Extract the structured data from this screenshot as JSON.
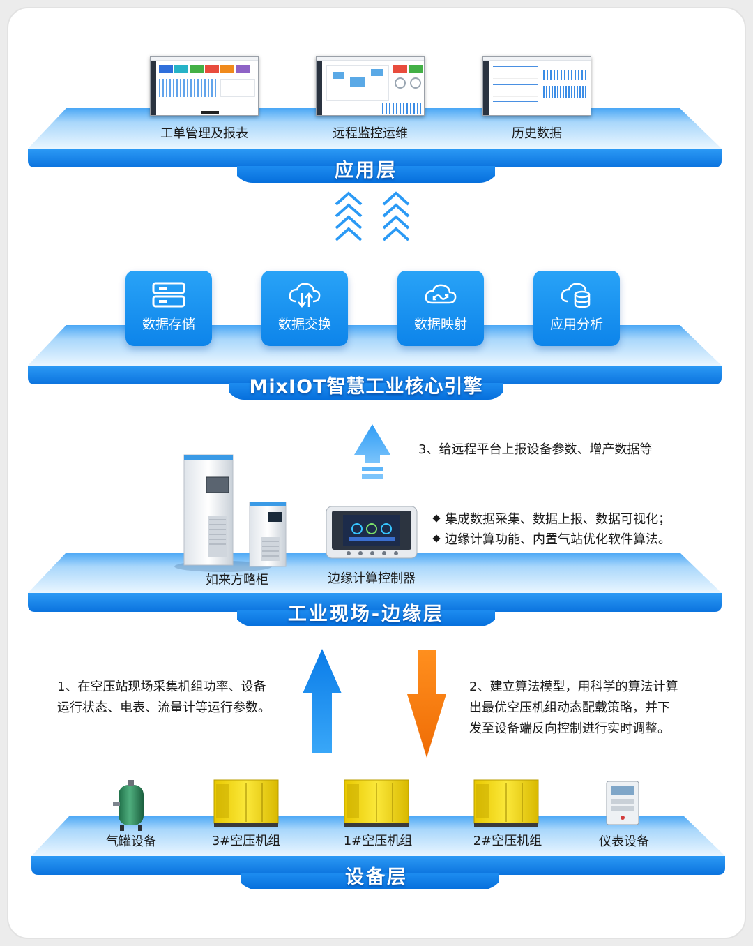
{
  "layers": {
    "application": {
      "title": "应用层",
      "items": [
        {
          "label": "工单管理及报表"
        },
        {
          "label": "远程监控运维"
        },
        {
          "label": "历史数据"
        }
      ]
    },
    "engine": {
      "title": "MixIOT智慧工业核心引擎",
      "modules": [
        {
          "label": "数据存储",
          "icon": "server-icon"
        },
        {
          "label": "数据交换",
          "icon": "cloud-exchange-icon"
        },
        {
          "label": "数据映射",
          "icon": "cloud-mapping-icon"
        },
        {
          "label": "应用分析",
          "icon": "database-icon"
        }
      ]
    },
    "edge": {
      "title": "工业现场-边缘层",
      "devices": [
        {
          "label": "如来方略柜"
        },
        {
          "label": "边缘计算控制器"
        }
      ],
      "features": [
        "集成数据采集、数据上报、数据可视化；",
        "边缘计算功能、内置气站优化软件算法。"
      ],
      "upload_note": "3、给远程平台上报设备参数、增产数据等"
    },
    "device": {
      "title": "设备层",
      "items": [
        {
          "label": "气罐设备"
        },
        {
          "label": "3#空压机组"
        },
        {
          "label": "1#空压机组"
        },
        {
          "label": "2#空压机组"
        },
        {
          "label": "仪表设备"
        }
      ]
    }
  },
  "notes": {
    "collect": [
      "1、在空压站现场采集机组功率、设备",
      "运行状态、电表、流量计等运行参数。"
    ],
    "algorithm": [
      "2、建立算法模型，用科学的算法计算",
      "出最优空压机组动态配载策略，并下",
      "发至设备端反向控制进行实时调整。"
    ]
  },
  "colors": {
    "platform_top": "#5fb3f7",
    "platform_edge": "#1481ec",
    "accent_blue": "#0e86ea",
    "accent_orange": "#f77a12",
    "compressor_yellow": "#f2d410",
    "tank_green": "#2f8b5f"
  }
}
